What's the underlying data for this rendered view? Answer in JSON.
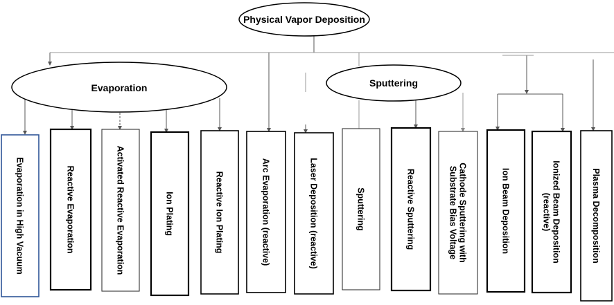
{
  "root": {
    "label": "Physical Vapor Deposition"
  },
  "groups": {
    "evaporation": {
      "label": "Evaporation"
    },
    "sputtering": {
      "label": "Sputtering"
    }
  },
  "methods": [
    {
      "lines": [
        "Evaporation in High Vacuum"
      ]
    },
    {
      "lines": [
        "Reactive Evaporation"
      ]
    },
    {
      "lines": [
        "Activated Reactive Evaporation"
      ]
    },
    {
      "lines": [
        "Ion Plating"
      ]
    },
    {
      "lines": [
        "Reactive Ion Plating"
      ]
    },
    {
      "lines": [
        "Arc Evaporation (reactive)"
      ]
    },
    {
      "lines": [
        "Laser Deposition (reactive)"
      ]
    },
    {
      "lines": [
        "Sputtering"
      ]
    },
    {
      "lines": [
        "Reactive Sputtering"
      ]
    },
    {
      "lines": [
        "Cathode Sputtering with",
        "Substrate Bias Voltage"
      ]
    },
    {
      "lines": [
        "Ion  Beam Deposition"
      ]
    },
    {
      "lines": [
        "Ionized Beam Deposition",
        "(reactive)"
      ]
    },
    {
      "lines": [
        "Plasma Decomposition"
      ]
    }
  ],
  "colors": {
    "stroke": "#000000",
    "blue_border": "#2f5597",
    "connector": "#555555"
  }
}
